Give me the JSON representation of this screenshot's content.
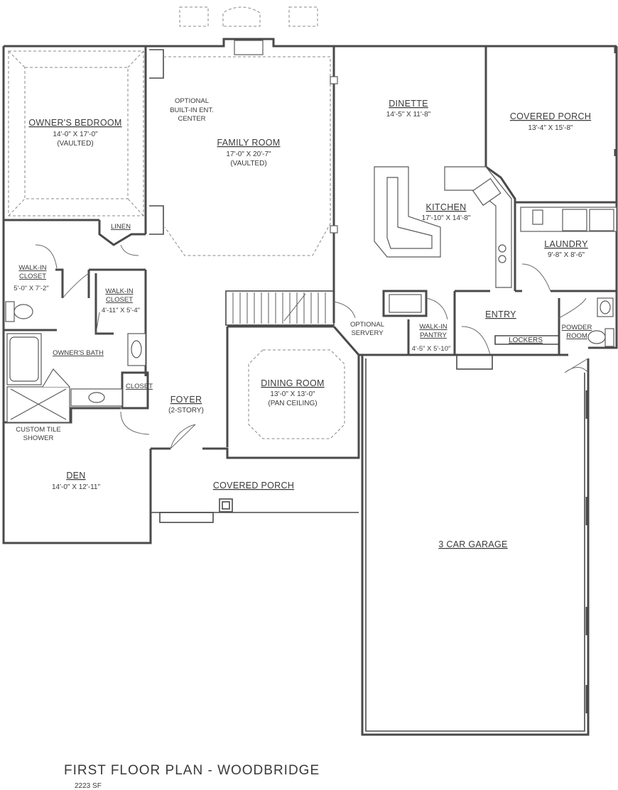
{
  "plan": {
    "title": "FIRST FLOOR PLAN - WOODBRIDGE",
    "area": "2223 SF"
  },
  "rooms": [
    {
      "id": "owners-bedroom",
      "name": "OWNER'S BEDROOM",
      "dims": "14'-0\" X 17'-0\"",
      "note": "(VAULTED)"
    },
    {
      "id": "family-room",
      "name": "FAMILY ROOM",
      "dims": "17'-0\" X 20'-7\"",
      "note": "(VAULTED)"
    },
    {
      "id": "dinette",
      "name": "DINETTE",
      "dims": "14'-5\" X 11'-8\""
    },
    {
      "id": "covered-porch-rear",
      "name": "COVERED PORCH",
      "dims": "13'-4\" X 15'-8\""
    },
    {
      "id": "kitchen",
      "name": "KITCHEN",
      "dims": "17'-10\" X 14'-8\""
    },
    {
      "id": "laundry",
      "name": "LAUNDRY",
      "dims": "9'-8\" X 8'-6\""
    },
    {
      "id": "entry",
      "name": "ENTRY"
    },
    {
      "id": "powder-room",
      "name": "POWDER ROOM"
    },
    {
      "id": "lockers",
      "name": "LOCKERS"
    },
    {
      "id": "walk-in-pantry",
      "name": "WALK-IN PANTRY",
      "dims": "4'-5\" X 5'-10\""
    },
    {
      "id": "optional-servery",
      "name": "OPTIONAL SERVERY"
    },
    {
      "id": "walk-in-closet-1",
      "name": "WALK-IN CLOSET",
      "dims": "5'-0\" X 7'-2\""
    },
    {
      "id": "walk-in-closet-2",
      "name": "WALK-IN CLOSET",
      "dims": "4'-11\" X 5'-4\""
    },
    {
      "id": "linen",
      "name": "LINEN"
    },
    {
      "id": "owners-bath",
      "name": "OWNER'S BATH"
    },
    {
      "id": "closet",
      "name": "CLOSET"
    },
    {
      "id": "custom-tile-shower",
      "name": "CUSTOM TILE SHOWER"
    },
    {
      "id": "foyer",
      "name": "FOYER",
      "note": "(2-STORY)"
    },
    {
      "id": "dining-room",
      "name": "DINING ROOM",
      "dims": "13'-0\" X 13'-0\"",
      "note": "(PAN CEILING)"
    },
    {
      "id": "den",
      "name": "DEN",
      "dims": "14'-0\" X 12'-11\""
    },
    {
      "id": "covered-porch-front",
      "name": "COVERED PORCH"
    },
    {
      "id": "garage",
      "name": "3 CAR GARAGE"
    }
  ],
  "annotations": {
    "builtin": "OPTIONAL BUILT-IN ENT. CENTER"
  }
}
